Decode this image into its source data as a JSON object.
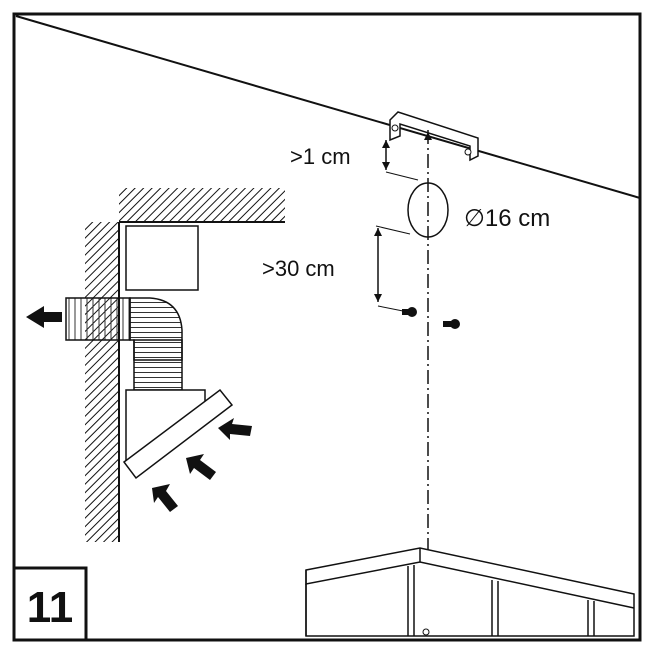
{
  "figure": {
    "step_number": "11",
    "labels": {
      "min_clearance_top": ">1 cm",
      "duct_diameter": "∅16 cm",
      "min_clearance_bracket": ">30 cm"
    }
  }
}
